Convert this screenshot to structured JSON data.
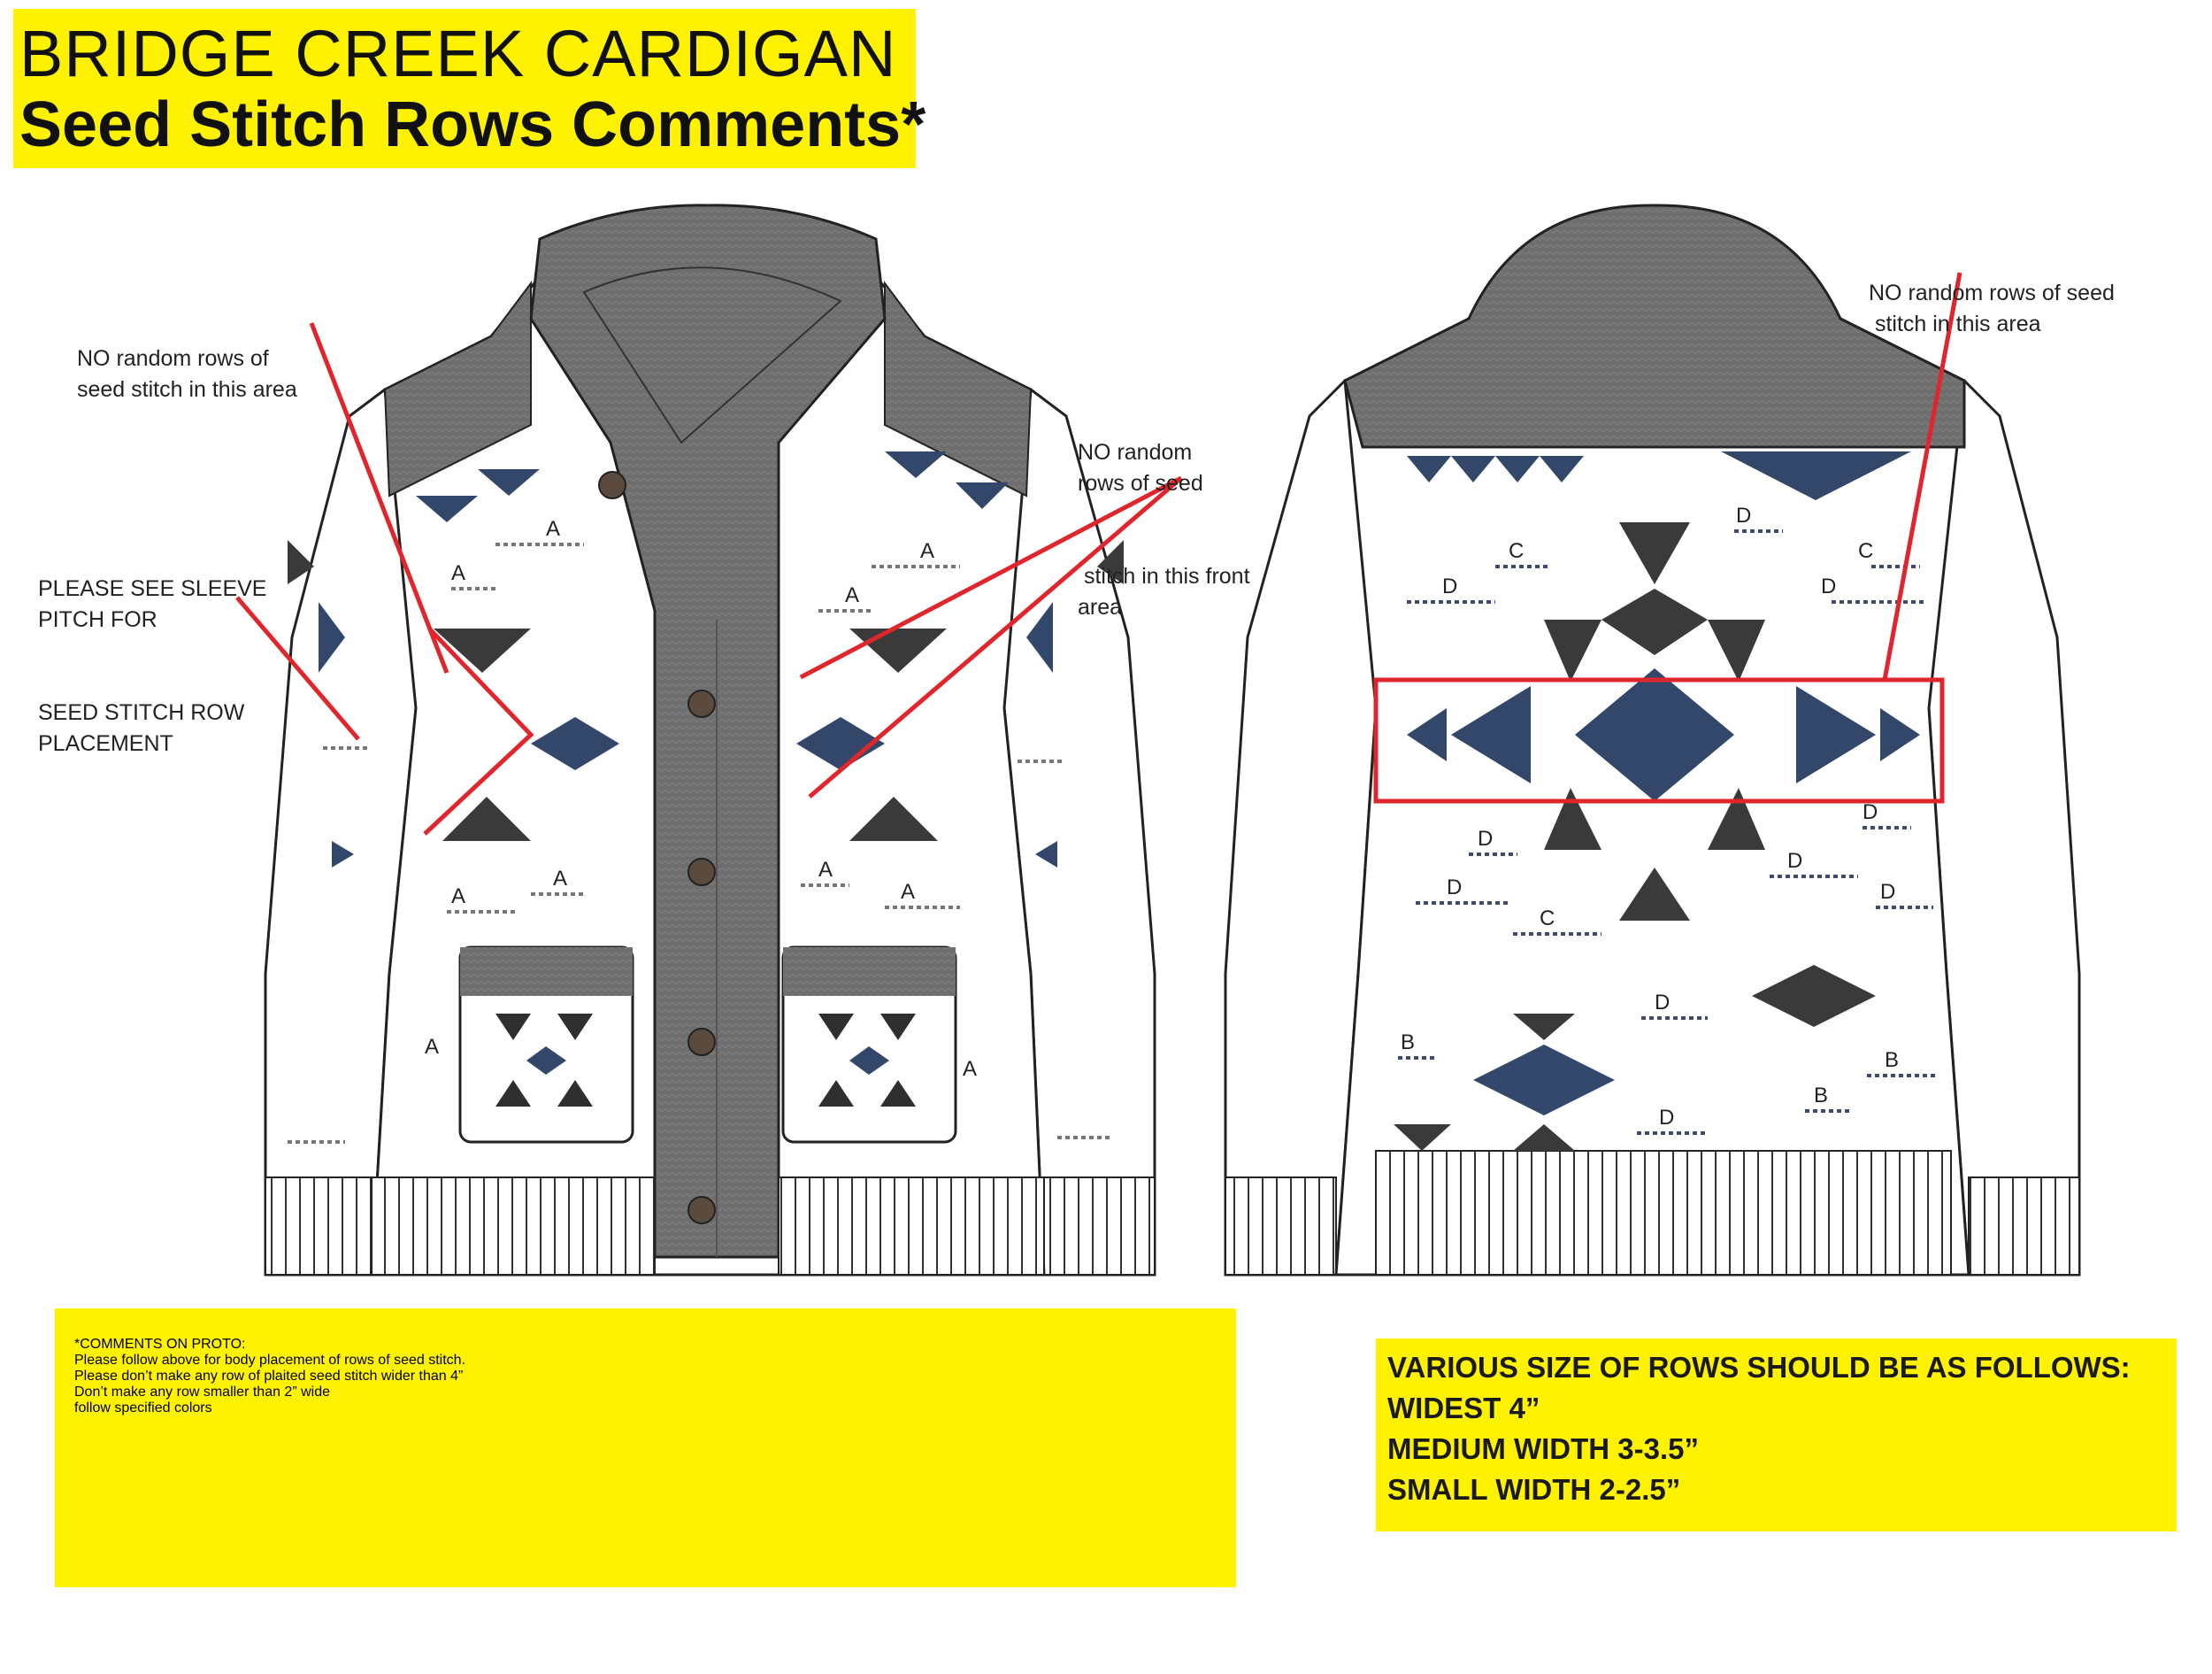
{
  "title": {
    "line1": "BRIDGE CREEK CARDIGAN",
    "line2": "Seed Stitch Rows Comments*"
  },
  "annotations": {
    "front_left_top": [
      "NO random rows of",
      "seed stitch in this area"
    ],
    "sleeve_pitch": [
      "PLEASE SEE SLEEVE",
      "PITCH FOR",
      "SEED STITCH ROW",
      "PLACEMENT"
    ],
    "front_right": [
      "NO random",
      "rows of seed",
      " stitch in this front",
      "area"
    ],
    "back_top": [
      "NO random rows of seed",
      " stitch in this area"
    ]
  },
  "row_labels": {
    "a": "A",
    "b": "B",
    "c": "C",
    "d": "D"
  },
  "proto_comments": {
    "heading": "*COMMENTS ON PROTO:",
    "lines": [
      "Please follow above for body placement of rows of seed stitch.",
      "Please don’t make any row of plaited seed stitch wider than 4”",
      "Don’t make any row smaller than 2” wide",
      "follow specified colors"
    ]
  },
  "size_rules": {
    "heading": "VARIOUS SIZE OF ROWS SHOULD BE AS FOLLOWS:",
    "lines": [
      "WIDEST 4”",
      "MEDIUM WIDTH 3-3.5”",
      "SMALL WIDTH 2-2.5”"
    ]
  },
  "colors": {
    "highlight": "#fff200",
    "callout_red": "#e0262c",
    "comment_red": "#c1272d",
    "collar_grey": "#6e6e6e",
    "navy": "#33476a",
    "charcoal": "#3a3a3a"
  },
  "icons": [
    "button-icon"
  ]
}
